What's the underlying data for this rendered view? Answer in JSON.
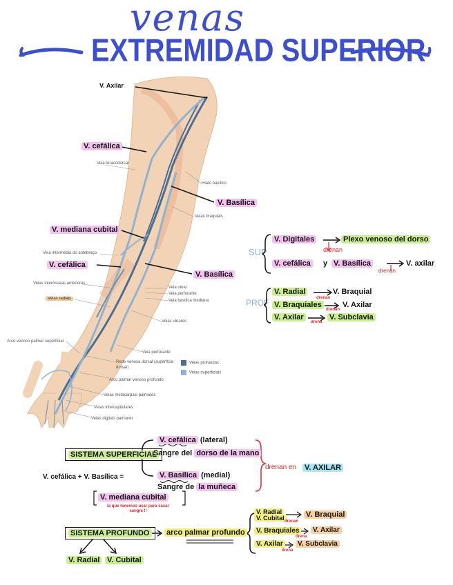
{
  "title": {
    "script": "venas",
    "main": "EXTREMIDAD SUPERIOR"
  },
  "colors": {
    "title_blue": "#3c4fd1",
    "pink": "#f3c2ef",
    "green": "#c9ef8f",
    "yellow": "#f2f07a",
    "cyan": "#a9e6f1",
    "red": "#e4242a",
    "vein_dark": "#4a6e92",
    "vein_light": "#8fb2cf"
  },
  "illustration": {
    "handwritten_labels": {
      "axilar": "V. Axilar",
      "cefalica_upper": "V. cefálica",
      "basilica_upper": "V. Basílica",
      "mediana_cubital": "V. mediana cubital",
      "cefalica_lower": "V. cefálica",
      "basilica_lower": "V. Basílica"
    },
    "printed_labels": {
      "toracodorsal": "Veia toracodorsal",
      "hiato": "Hiato basílico",
      "braquiais": "Veias braquiais",
      "intermedia": "Veia intermédia do antebraço",
      "interosseas": "Veias interósseas anteriores",
      "radiais": "Veias radiais",
      "ulnar": "Veia ulnar",
      "perfurante1": "Veia perfurante",
      "basilica_mediana": "Veia basílica mediana",
      "ulnares": "Veias ulnares",
      "arco_dorsal": "Arco venoso palmar superficial",
      "perfurante2": "Veia perfurante",
      "rede_dorsal": "Rede venosa dorsal (superfície dorsal)",
      "arco_profundo": "Arco palmar venoso profundo",
      "metacarpais": "Veias metacarpais palmares",
      "intercapitulares": "Veias intercapitulares",
      "digitais": "Veias digitais palmares"
    },
    "legend": {
      "profundas": "Veias profundas",
      "superficiais": "Veias superficiais"
    }
  },
  "sup_group": {
    "label": "SUP",
    "row1_a": "V. Digitales",
    "row1_b": "Plexo venoso del dorso",
    "drenan1": "drenan",
    "row2_a": "V. cefálica",
    "row2_y": "y",
    "row2_b": "V. Basílica",
    "row2_c": "V. axilar",
    "drenan2": "drenan"
  },
  "prof_group": {
    "label": "PROF",
    "r1_a": "V. Radial",
    "r1_b": "V. Braquial",
    "r1_note": "drenan",
    "r2_a": "V. Braquiales",
    "r2_b": "V. Axilar",
    "r2_note": "drenan",
    "r3_a": "V. Axilar",
    "r3_b": "V. Subclavia",
    "r3_note": "drena"
  },
  "bottom": {
    "sistema_superficial": "SISTEMA SUPERFICIAL",
    "cefalica": "V. cefálica",
    "cefalica_side": "(lateral)",
    "sangre_dorso_1": "Sangre del",
    "sangre_dorso_2": "dorso de la mano",
    "basilica": "V. Basílica",
    "basilica_side": "(medial)",
    "sangre_muneca_1": "Sangre de",
    "sangre_muneca_2": "la muñeca",
    "drenan_en": "drenan en",
    "axilar": "V. AXILAR",
    "formula": "V. cefálica + V. Basílica =",
    "mediana": "V. mediana cubital",
    "note": "la que tenemos usar para sacar sangre !!",
    "sistema_profundo": "SISTEMA PROFUNDO",
    "arco": "arco palmar profundo",
    "radial": "V. Radial",
    "cubital": "V. Cubital",
    "p1_a": "V. Radial",
    "p1_a2": "V. Cubital",
    "p1_note": "drenan",
    "p1_b": "V. Braquial",
    "p2_a": "V. Braquiales",
    "p2_note": "drena",
    "p2_b": "V. Axilar",
    "p3_a": "V. Axilar",
    "p3_note": "drena",
    "p3_b": "V. Subclavia"
  }
}
